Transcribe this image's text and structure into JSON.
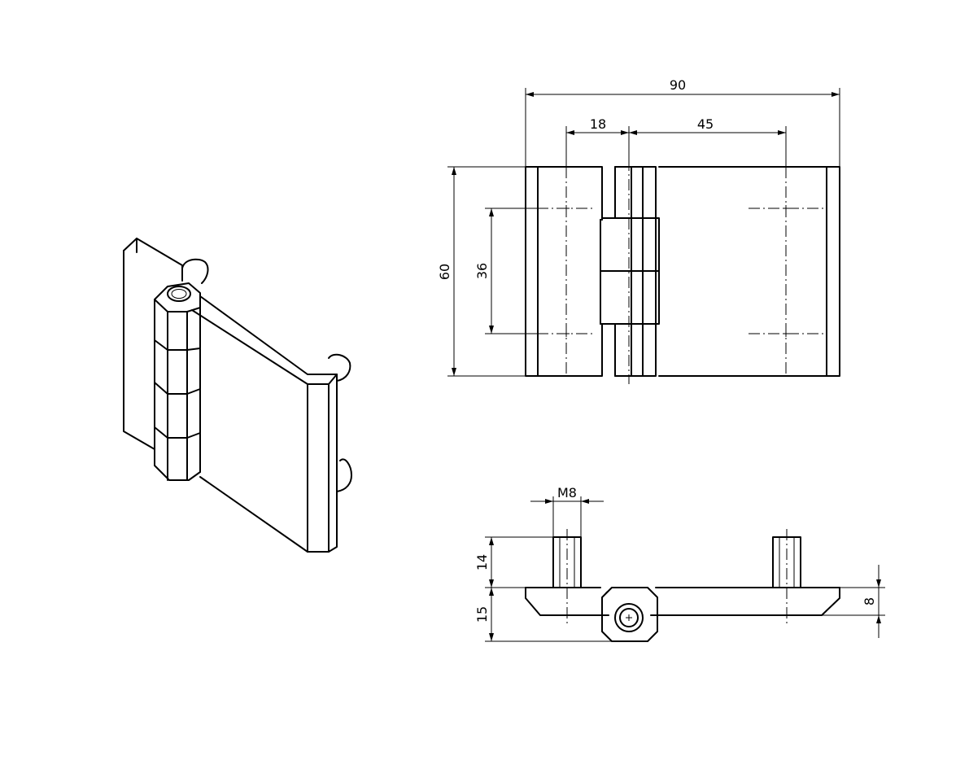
{
  "colors": {
    "line": "#000000",
    "background": "#ffffff"
  },
  "dimensions": {
    "overall_width": "90",
    "left_hole_offset": "18",
    "right_hole_offset": "45",
    "height": "60",
    "hole_spacing": "36",
    "thread": "M8",
    "stud_length": "14",
    "knuckle_depth": "15",
    "plate_thickness": "8"
  }
}
